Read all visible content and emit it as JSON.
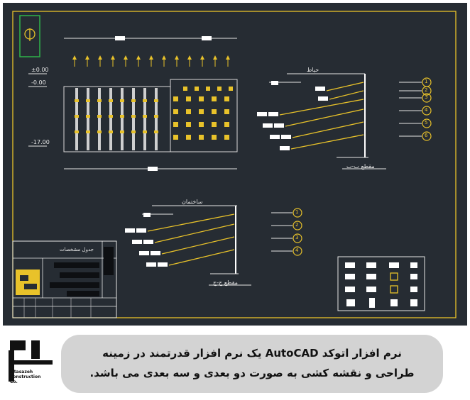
{
  "drawing": {
    "section_1_title": "مقطع ب-ب",
    "section_1_label": "حیاط",
    "section_2_title": "مقطع ج-ج",
    "section_2_label": "ساختمان",
    "title_block_heading": "جدول مشخصات",
    "levels": [
      "±0.00",
      "-0.00",
      "-17.00"
    ],
    "markers_1": [
      "1",
      "2",
      "3",
      "4",
      "5",
      "6"
    ],
    "markers_2": [
      "1",
      "2",
      "3",
      "4"
    ]
  },
  "caption": {
    "line1": "نرم افزار اتوکد AutoCAD یک نرم افزار قدرتمند در زمینه",
    "line2": "طراحی و نقشه کشی به صورت دو بعدی و سه بعدی می باشد."
  },
  "logo": {
    "line1": "Istasazeh",
    "line2": "Construction",
    "line3": "Co."
  },
  "colors": {
    "canvas_bg": "#262c33",
    "frame_yellow": "#e8c22a",
    "caption_bg": "#d3d3d3"
  }
}
